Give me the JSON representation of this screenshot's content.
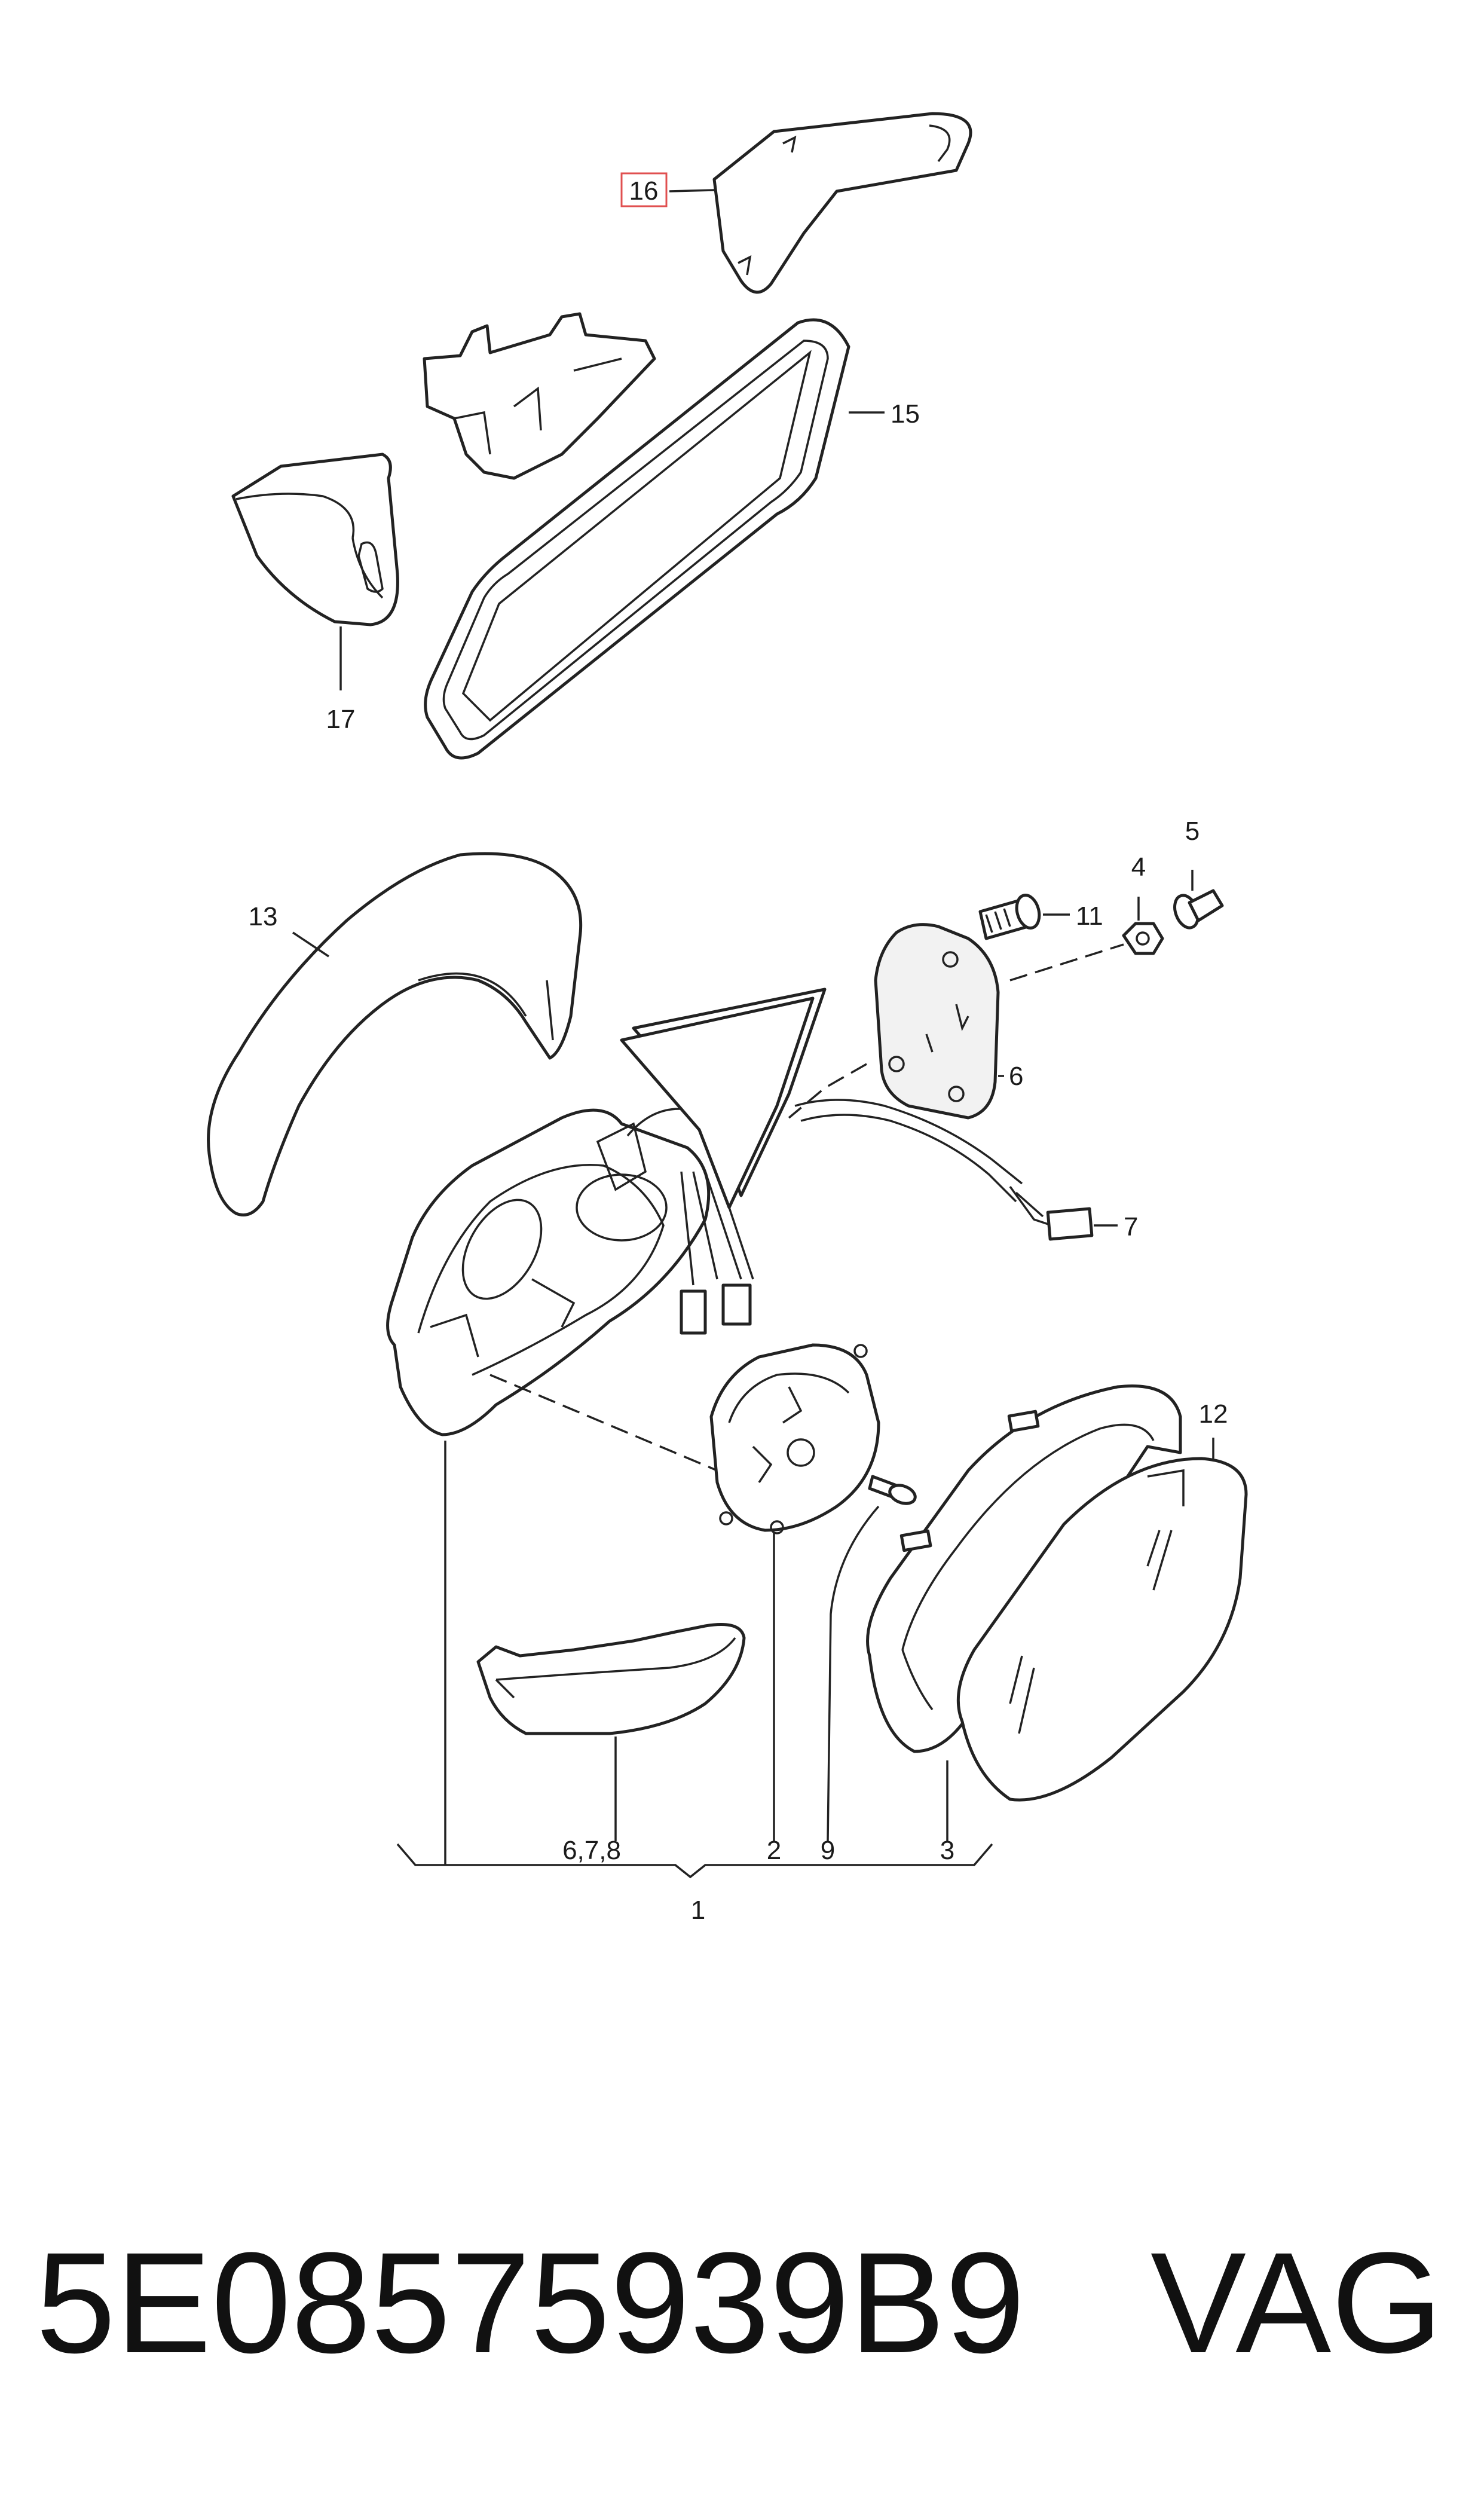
{
  "callouts": {
    "c1": "1",
    "c2": "2",
    "c3": "3",
    "c4": "4",
    "c5": "5",
    "c6": "6",
    "c678": "6,7,8",
    "c7": "7",
    "c9": "9",
    "c11": "11",
    "c12": "12",
    "c13": "13",
    "c15": "15",
    "c16": "16",
    "c17": "17"
  },
  "footer": {
    "part_number": "5E08575939B9",
    "brand": "VAG"
  },
  "colors": {
    "highlight": "#e05050",
    "ink": "#222222"
  }
}
